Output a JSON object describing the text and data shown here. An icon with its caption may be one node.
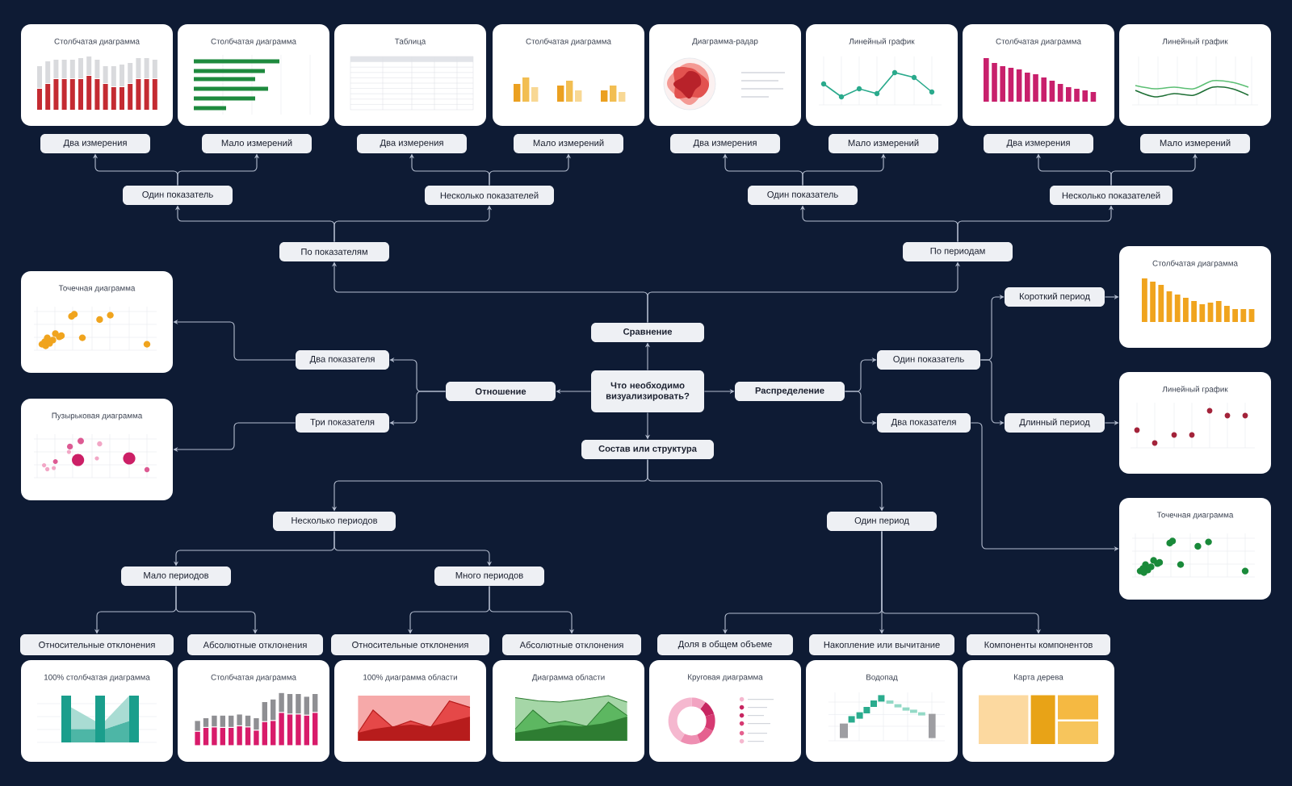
{
  "diagram": {
    "nodes": [
      {
        "text": [
          "Столбчатая диаграмма"
        ]
      },
      {
        "text": [
          "Столбчатая диаграмма"
        ]
      },
      {
        "text": [
          "Таблица"
        ]
      },
      {
        "text": [
          "Столбчатая диаграмма"
        ]
      },
      {
        "text": [
          "Диаграмма-радар"
        ]
      },
      {
        "text": [
          "Линейный график"
        ]
      },
      {
        "text": [
          "Столбчатая диаграмма"
        ]
      },
      {
        "text": [
          "Линейный график"
        ]
      },
      {
        "text": [
          "Два измерения"
        ]
      },
      {
        "text": [
          "Мало измерений"
        ]
      },
      {
        "text": [
          "Два измерения"
        ]
      },
      {
        "text": [
          "Мало измерений"
        ]
      },
      {
        "text": [
          "Два измерения"
        ]
      },
      {
        "text": [
          "Мало измерений"
        ]
      },
      {
        "text": [
          "Два измерения"
        ]
      },
      {
        "text": [
          "Мало измерений"
        ]
      },
      {
        "text": [
          "Один показатель"
        ]
      },
      {
        "text": [
          "Несколько показателей"
        ]
      },
      {
        "text": [
          "Один показатель"
        ]
      },
      {
        "text": [
          "Несколько показателей"
        ]
      },
      {
        "text": [
          "По показателям"
        ]
      },
      {
        "text": [
          "По периодам"
        ]
      },
      {
        "text": [
          "Столбчатая диаграмма"
        ]
      },
      {
        "text": [
          "Точечная диаграмма"
        ]
      },
      {
        "text": [
          "Короткий период"
        ]
      },
      {
        "text": [
          "Сравнение"
        ]
      },
      {
        "text": [
          "Два показателя"
        ]
      },
      {
        "text": [
          "Один показатель"
        ]
      },
      {
        "text": [
          "Что необходимо визуализировать?"
        ]
      },
      {
        "text": [
          "Отношение"
        ]
      },
      {
        "text": [
          "Распределение"
        ]
      },
      {
        "text": [
          "Пузырьковая диаграмма"
        ]
      },
      {
        "text": [
          "Линейный график"
        ]
      },
      {
        "text": [
          "Три показателя"
        ]
      },
      {
        "text": [
          "Два показателя"
        ]
      },
      {
        "text": [
          "Длинный период"
        ]
      },
      {
        "text": [
          "Состав или структура"
        ]
      },
      {
        "text": [
          "Точечная диаграмма"
        ]
      },
      {
        "text": [
          "Несколько периодов"
        ]
      },
      {
        "text": [
          "Один период"
        ]
      },
      {
        "text": [
          "Мало периодов"
        ]
      },
      {
        "text": [
          "Много периодов"
        ]
      },
      {
        "text": [
          "Относительные отклонения"
        ]
      },
      {
        "text": [
          "Абсолютные отклонения"
        ]
      },
      {
        "text": [
          "Относительные отклонения"
        ]
      },
      {
        "text": [
          "Абсолютные отклонения"
        ]
      },
      {
        "text": [
          "Доля в общем объеме"
        ]
      },
      {
        "text": [
          "Накопление или вычитание"
        ]
      },
      {
        "text": [
          "Компоненты компонентов"
        ]
      },
      {
        "text": [
          "100% столбчатая диаграмма"
        ]
      },
      {
        "text": [
          "Столбчатая диаграмма"
        ]
      },
      {
        "text": [
          "100% диаграмма области"
        ]
      },
      {
        "text": [
          "Диаграмма области"
        ]
      },
      {
        "text": [
          "Круговая диаграмма"
        ]
      },
      {
        "text": [
          "Водопад"
        ]
      },
      {
        "text": [
          "Карта дерева"
        ]
      }
    ],
    "edges": [
      {
        "from": 28,
        "to": 25,
        "arrow": "to"
      },
      {
        "from": 28,
        "to": 29,
        "arrow": "to"
      },
      {
        "from": 28,
        "to": 30,
        "arrow": "to"
      },
      {
        "from": 28,
        "to": 36,
        "arrow": "to"
      },
      {
        "from": 25,
        "to": 20,
        "arrow": "to"
      },
      {
        "from": 25,
        "to": 21,
        "arrow": "to"
      },
      {
        "from": 20,
        "to": 16,
        "arrow": "to"
      },
      {
        "from": 20,
        "to": 17,
        "arrow": "to"
      },
      {
        "from": 21,
        "to": 18,
        "arrow": "to"
      },
      {
        "from": 21,
        "to": 19,
        "arrow": "to"
      },
      {
        "from": 16,
        "to": 8,
        "arrow": "to"
      },
      {
        "from": 16,
        "to": 9,
        "arrow": "to"
      },
      {
        "from": 17,
        "to": 10,
        "arrow": "to"
      },
      {
        "from": 17,
        "to": 11,
        "arrow": "to"
      },
      {
        "from": 18,
        "to": 12,
        "arrow": "to"
      },
      {
        "from": 18,
        "to": 13,
        "arrow": "to"
      },
      {
        "from": 19,
        "to": 14,
        "arrow": "to"
      },
      {
        "from": 19,
        "to": 15,
        "arrow": "to"
      },
      {
        "from": 29,
        "to": 26,
        "arrow": "to"
      },
      {
        "from": 29,
        "to": 33,
        "arrow": "to"
      },
      {
        "from": 26,
        "to": 23,
        "arrow": "to"
      },
      {
        "from": 33,
        "to": 31,
        "arrow": "to"
      },
      {
        "from": 30,
        "to": 27,
        "arrow": "to"
      },
      {
        "from": 30,
        "to": 34,
        "arrow": "to"
      },
      {
        "from": 27,
        "to": 24,
        "arrow": "to"
      },
      {
        "from": 27,
        "to": 35,
        "arrow": "to"
      },
      {
        "from": 24,
        "to": 22,
        "arrow": "to"
      },
      {
        "from": 35,
        "to": 32,
        "arrow": "to"
      },
      {
        "from": 34,
        "to": 37,
        "arrow": "to"
      },
      {
        "from": 36,
        "to": 38,
        "arrow": "to"
      },
      {
        "from": 36,
        "to": 39,
        "arrow": "to"
      },
      {
        "from": 38,
        "to": 40,
        "arrow": "to"
      },
      {
        "from": 38,
        "to": 41,
        "arrow": "to"
      },
      {
        "from": 40,
        "to": 42,
        "arrow": "to"
      },
      {
        "from": 40,
        "to": 43,
        "arrow": "to"
      },
      {
        "from": 41,
        "to": 44,
        "arrow": "to"
      },
      {
        "from": 41,
        "to": 45,
        "arrow": "to"
      },
      {
        "from": 39,
        "to": 46,
        "arrow": "to"
      },
      {
        "from": 39,
        "to": 47,
        "arrow": "to"
      },
      {
        "from": 39,
        "to": 48,
        "arrow": "to"
      }
    ]
  }
}
